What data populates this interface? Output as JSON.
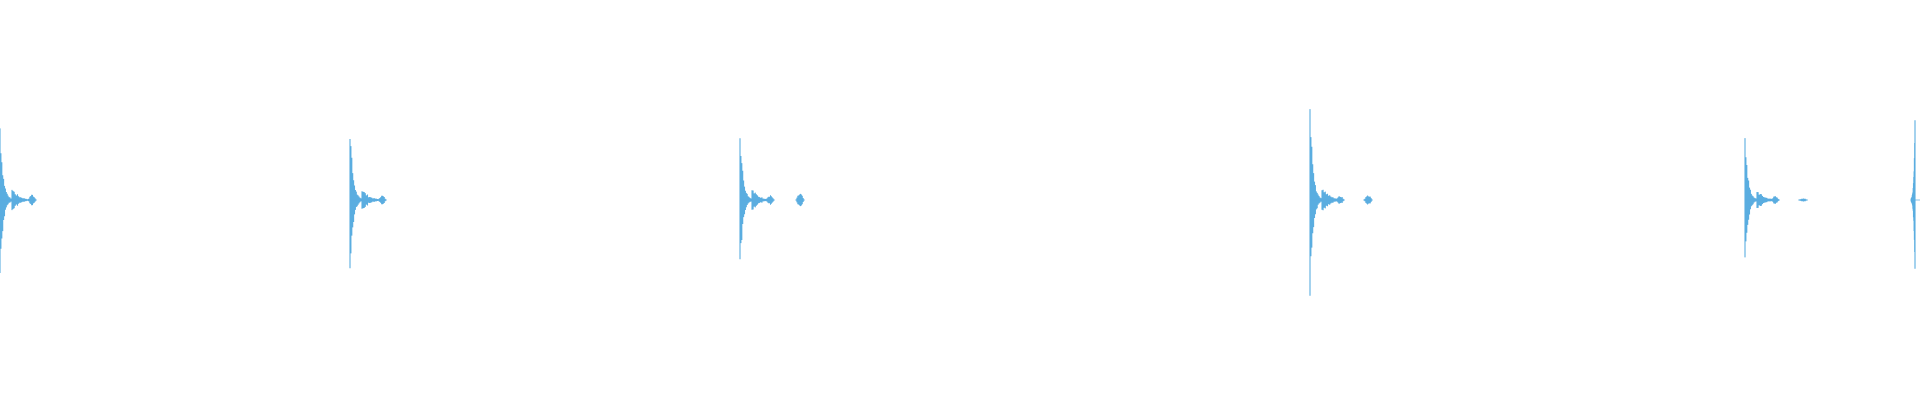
{
  "waveform": {
    "color": "#5AADE0",
    "background": "#ffffff",
    "bursts": [
      {
        "name": "burst-1",
        "peak": 0.82,
        "decay": "short",
        "echoes": [
          0.06
        ]
      },
      {
        "name": "burst-2",
        "peak": 0.8,
        "decay": "short",
        "echoes": [
          0.05
        ]
      },
      {
        "name": "burst-3",
        "peak": 0.78,
        "decay": "short",
        "echoes": [
          0.05,
          0.07
        ]
      },
      {
        "name": "burst-4",
        "peak": 1.0,
        "decay": "short",
        "echoes": [
          0.05,
          0.06
        ]
      },
      {
        "name": "burst-5",
        "peak": 0.7,
        "decay": "short",
        "echoes": [
          0.04,
          0.02
        ]
      },
      {
        "name": "burst-6",
        "peak": 0.9,
        "decay": "short",
        "echoes": []
      }
    ]
  }
}
